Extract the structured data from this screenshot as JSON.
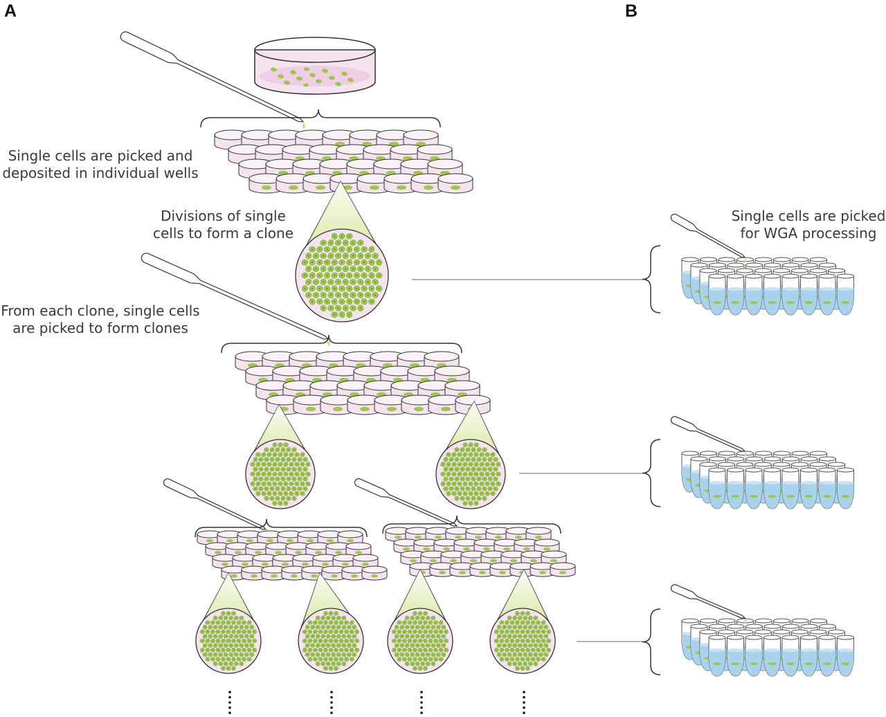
{
  "panels": {
    "a": "A",
    "b": "B"
  },
  "captions": {
    "picked_line1": "Single cells are picked and",
    "picked_line2": "deposited in individual wells",
    "divisions_line1": "Divisions of single",
    "divisions_line2": "cells to form a clone",
    "each_clone_line1": "From each clone, single cells",
    "each_clone_line2": "are picked to form clones",
    "wga_line1": "Single cells are picked",
    "wga_line2": "for WGA processing"
  },
  "colors": {
    "dish_fill": "#f6e3f0",
    "cell_green": "#9cc84a",
    "cell_nucleus": "#5f8a2a",
    "cone_green": "#d6e79a",
    "tube_liquid": "#a9d3ec",
    "outline": "#333333"
  }
}
